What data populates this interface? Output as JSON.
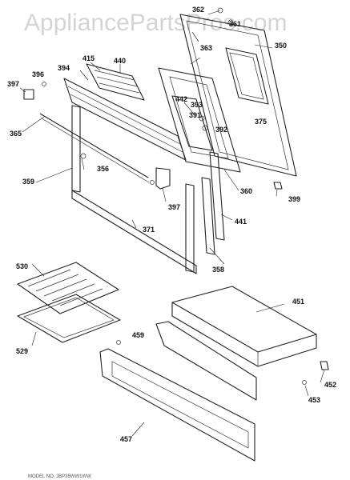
{
  "watermark": "AppliancePartsPros.com",
  "part_labels": [
    "362",
    "361",
    "350",
    "415",
    "440",
    "363",
    "394",
    "396",
    "397",
    "442",
    "393",
    "391",
    "392",
    "375",
    "365",
    "356",
    "359",
    "360",
    "399",
    "397",
    "371",
    "441",
    "358",
    "530",
    "451",
    "459",
    "529",
    "452",
    "453",
    "457"
  ],
  "footer_text": "MODEL NO. JBP35WW1WW"
}
